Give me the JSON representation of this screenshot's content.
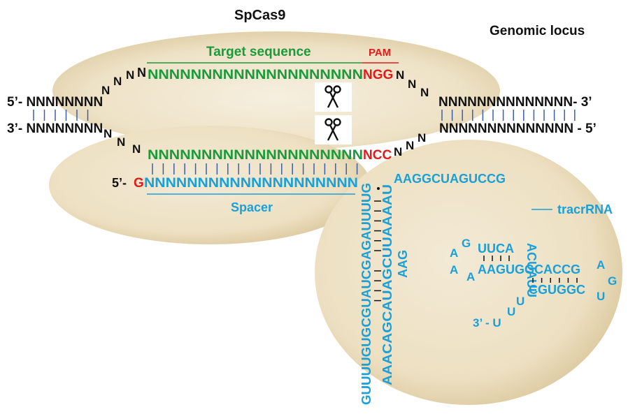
{
  "title": "SpCas9",
  "genomic_label": "Genomic locus",
  "target_label": "Target sequence",
  "pam_label": "PAM",
  "spacer_label": "Spacer",
  "tracr_label": "tracrRNA",
  "top_strand": {
    "left": "5’- NNNNNNNN",
    "right": "NNNNNNNNNNNNNN- 3’",
    "target": "NNNNNNNNNNNNNNNNNNNN",
    "pam": "NGG",
    "linker_left": [
      "N",
      "N",
      "N"
    ],
    "linker_right": [
      "N",
      "N",
      "N"
    ],
    "first_n": "N"
  },
  "bottom_strand": {
    "left": "3’- NNNNNNNN",
    "right": "NNNNNNNNNNNNNN - 5’",
    "target": "NNNNNNNNNNNNNNNNNNNN",
    "pam": "NCC",
    "linker_left": [
      "N",
      "N",
      "N"
    ],
    "linker_right": [
      "N",
      "N",
      "N"
    ]
  },
  "guide": {
    "prefix": "5’- ",
    "g": "G",
    "spacer": "NNNNNNNNNNNNNNNNNNNN",
    "repeat_vertical": "GUUUUGUGCGUAUCGAGAUUUUG",
    "anti_vertical": "AAACAGCAUAGCUUAAAAU",
    "aag": "AAG",
    "top_loop": "AAGGCUAGUCCG",
    "acuauu": "ACUAUU",
    "uuca": "UUCA",
    "loop_a1": "A",
    "loop_g": "G",
    "loop_a2": "A",
    "loop_a3": "A",
    "aagug": "AAGUGGCACCG",
    "cgug": "CGUGGC",
    "hp_a": "A",
    "hp_g": "G",
    "hp_u": "U",
    "u1": "U",
    "u2": "U",
    "tail": "3’ - U"
  },
  "colors": {
    "cas9_fill": "#eee2c6",
    "cas9_edge": "#d6c296",
    "green": "#1a9a3a",
    "red": "#e01b1b",
    "blue": "#1aa0d8",
    "pair_line": "#3a5fa8"
  },
  "icons": [
    "scissors-icon",
    "scissors-icon"
  ]
}
